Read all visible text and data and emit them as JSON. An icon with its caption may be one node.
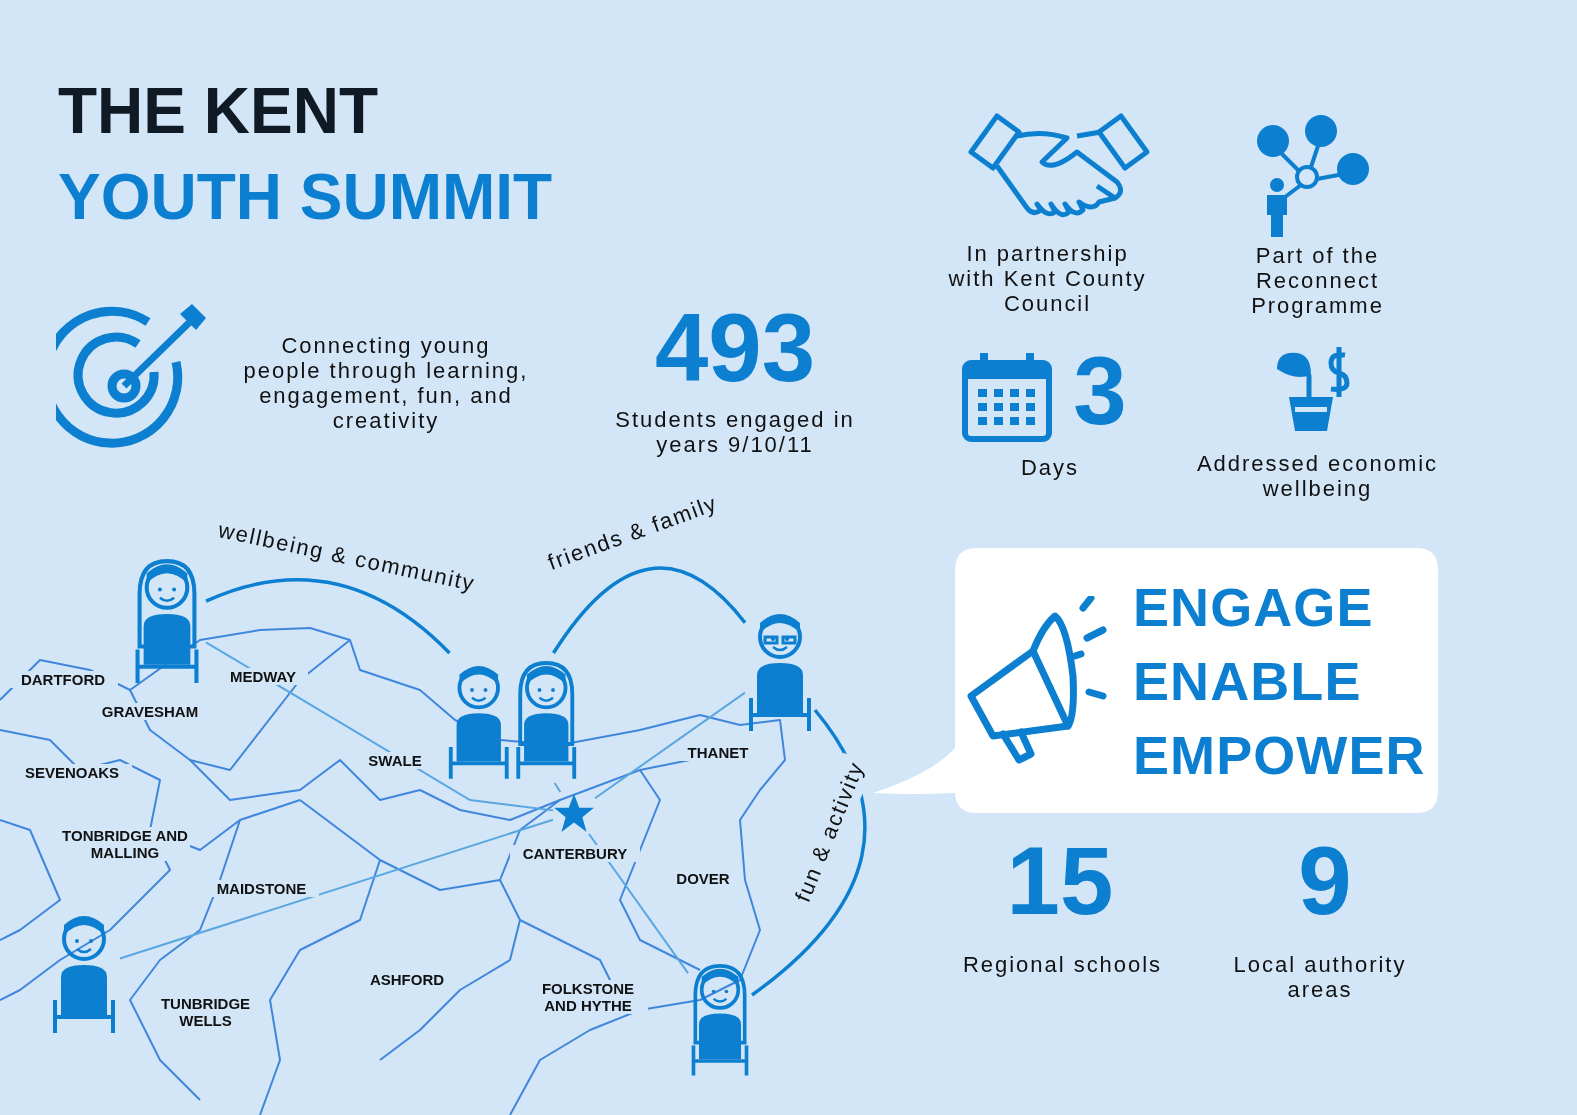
{
  "diagram": {
    "title": "THE KENT YOUTH SUMMIT",
    "nodes": [
      {
        "text": [
          "ENGAGE",
          "ENABLE",
          "EMPOWER"
        ]
      },
      {
        "text": [],
        "shape": "person"
      },
      {
        "text": [],
        "shape": "person"
      },
      {
        "text": [],
        "shape": "person"
      },
      {
        "text": [],
        "shape": "person"
      },
      {
        "text": [],
        "shape": "person"
      },
      {
        "text": [],
        "shape": "star"
      }
    ],
    "edges": [
      {
        "from": 1,
        "to": 6,
        "arrow": "none"
      },
      {
        "from": 2,
        "to": 6,
        "arrow": "none"
      },
      {
        "from": 3,
        "to": 6,
        "arrow": "none"
      },
      {
        "from": 4,
        "to": 6,
        "arrow": "none"
      },
      {
        "from": 5,
        "to": 6,
        "arrow": "none"
      },
      {
        "from": 1,
        "to": 2,
        "arrow": "none",
        "label": "wellbeing & community"
      },
      {
        "from": 2,
        "to": 3,
        "arrow": "none",
        "label": "friends & family"
      },
      {
        "from": 3,
        "to": 5,
        "arrow": "none",
        "label": "fun & activity"
      }
    ],
    "labels": [
      "Connecting young people through learning, engagement, fun, and creativity",
      "493",
      "Students engaged in years 9/10/11",
      "In partnership with Kent County Council",
      "Part of the Reconnect Programme",
      "3",
      "Days",
      "Addressed economic wellbeing",
      "DARTFORD",
      "MEDWAY",
      "GRAVESHAM",
      "SEVENOAKS",
      "SWALE",
      "THANET",
      "TONBRIDGE AND MALLING",
      "CANTERBURY",
      "MAIDSTONE",
      "DOVER",
      "ASHFORD",
      "FOLKSTONE AND HYTHE",
      "TUNBRIDGE WELLS",
      "15",
      "Regional schools",
      "9",
      "Local authority areas"
    ]
  }
}
